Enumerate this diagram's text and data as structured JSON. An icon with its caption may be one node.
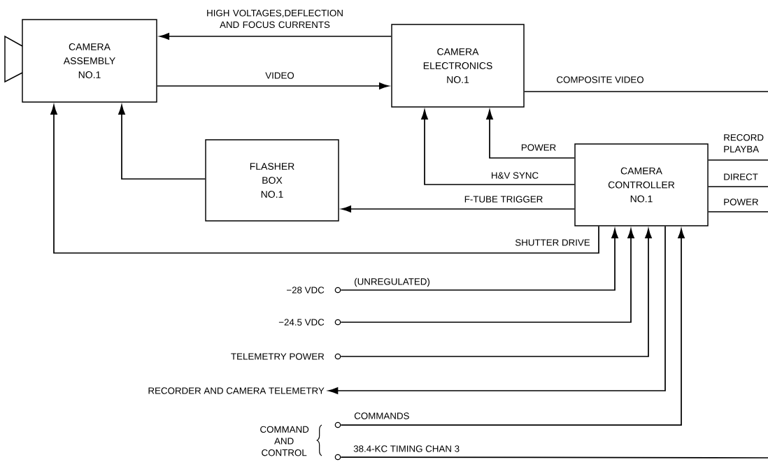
{
  "diagram": {
    "nodes": [
      {
        "text": [
          "CAMERA ASSEMBLY NO.1"
        ]
      },
      {
        "text": [
          "CAMERA ELECTRONICS NO.1"
        ]
      },
      {
        "text": [
          "FLASHER BOX NO.1"
        ]
      },
      {
        "text": [
          "CAMERA CONTROLLER NO.1"
        ]
      },
      {
        "text": [],
        "shape": "circle",
        "beside": [
          "−28 VDC"
        ]
      },
      {
        "text": [],
        "shape": "circle",
        "beside": [
          "−24.5 VDC"
        ]
      },
      {
        "text": [],
        "shape": "circle",
        "beside": [
          "TELEMETRY POWER"
        ]
      },
      {
        "text": [
          "RECORDER AND CAMERA TELEMETRY"
        ]
      },
      {
        "text": [],
        "shape": "circle"
      },
      {
        "text": [],
        "shape": "circle"
      }
    ],
    "edges": [
      {
        "from": 1,
        "to": 0,
        "arrow": "to",
        "label": "HIGH VOLTAGES,DEFLECTION AND FOCUS CURRENTS"
      },
      {
        "from": 0,
        "to": 1,
        "arrow": "to",
        "label": "VIDEO"
      },
      {
        "from": 1,
        "to": null,
        "arrow": "none",
        "label": "COMPOSITE VIDEO"
      },
      {
        "from": 3,
        "to": 1,
        "arrow": "to",
        "label": "POWER"
      },
      {
        "from": 3,
        "to": 1,
        "arrow": "to",
        "label": "H&V SYNC"
      },
      {
        "from": 3,
        "to": 2,
        "arrow": "to",
        "label": "F-TUBE TRIGGER"
      },
      {
        "from": 2,
        "to": 0,
        "arrow": "to"
      },
      {
        "from": 3,
        "to": 0,
        "arrow": "to",
        "label": "SHUTTER DRIVE"
      },
      {
        "from": 4,
        "to": 3,
        "arrow": "to",
        "label": "(UNREGULATED)"
      },
      {
        "from": 5,
        "to": 3,
        "arrow": "to"
      },
      {
        "from": 6,
        "to": 3,
        "arrow": "to"
      },
      {
        "from": 3,
        "to": 7,
        "arrow": "to"
      },
      {
        "from": 8,
        "to": 3,
        "arrow": "to",
        "label": "COMMANDS"
      },
      {
        "from": 9,
        "to": null,
        "arrow": "none",
        "label": "38.4-KC TIMING CHAN 3"
      },
      {
        "from": 3,
        "to": null,
        "arrow": "none",
        "label": "RECORD PLAYBA"
      },
      {
        "from": 3,
        "to": null,
        "arrow": "none",
        "label": "DIRECT"
      },
      {
        "from": 3,
        "to": null,
        "arrow": "none",
        "label": "POWER"
      }
    ],
    "labels": [
      "COMMAND AND CONTROL"
    ]
  }
}
